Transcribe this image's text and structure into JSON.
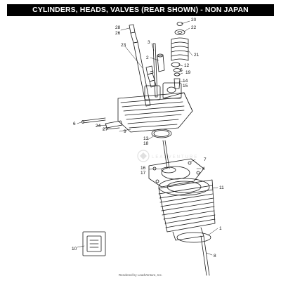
{
  "title": "CYLINDERS, HEADS, VALVES (REAR SHOWN) - NON JAPAN",
  "footer": "Rendered by LeadVenture, Inc.",
  "watermark": "LEADVENTURE",
  "callouts": {
    "c28": "28",
    "c26": "26",
    "c23": "23",
    "c3": "3",
    "c2": "2",
    "c20": "20",
    "c22": "22",
    "c21": "21",
    "c12": "12",
    "c5": "5",
    "c19": "19",
    "c14": "14",
    "c15": "15",
    "c6": "6",
    "c24": "24",
    "c27": "27",
    "c9": "9",
    "c13": "13",
    "c18": "18",
    "c7": "7",
    "c4": "4",
    "c16": "16",
    "c17": "17",
    "c11": "11",
    "c1": "1",
    "c10": "10",
    "c8": "8"
  },
  "colors": {
    "line": "#1a1a1a",
    "title_bg": "#000000",
    "title_fg": "#ffffff"
  }
}
